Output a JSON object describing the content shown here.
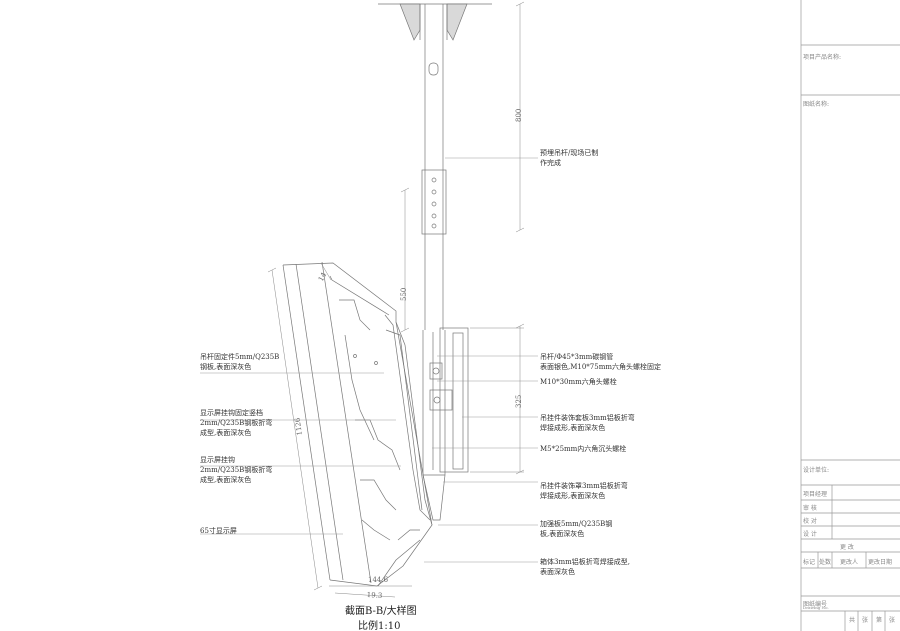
{
  "drawing": {
    "title": "截面B-B/大样图",
    "scale": "比例1:10"
  },
  "dimensions": {
    "d_800": "800",
    "d_550": "550",
    "d_325": "325",
    "d_1126": "1126",
    "d_14": "14",
    "d_1446": "144.6",
    "d_193": "19.3"
  },
  "annotations": {
    "rod_preembed": "预埋吊杆/现场已制\n作完成",
    "boom_pipe": "吊杆/Φ45*3mm碳钢管\n表面银色,M10*75mm六角头螺栓固定",
    "bolt_m10": "M10*30mm六角头螺栓",
    "deco_shell": "吊挂件装饰套板3mm铝板折弯\n焊接成形,表面深灰色",
    "screw_m5": "M5*25mm内六角沉头螺栓",
    "deco_cover": "吊挂件装饰罩3mm铝板折弯\n焊接成形,表面深灰色",
    "stiffener": "加强板5mm/Q235B钢\n板,表面深灰色",
    "cabinet": "箱体3mm铝板折弯焊接成型,\n表面深灰色",
    "fixing_plate": "吊杆固定件5mm/Q235B\n钢板,表面深灰色",
    "display_frame": "显示屏挂钩固定竖档\n2mm/Q235B钢板折弯\n成型,表面深灰色",
    "display_hook": "显示屏挂钩\n2mm/Q235B钢板折弯\n成型,表面深灰色",
    "display_65": "65寸显示屏"
  },
  "title_block": {
    "project_name": "项目产品名称:",
    "drawing_name": "图纸名称:",
    "design_unit": "设计单位:",
    "rows": [
      "项目经理",
      "审  核",
      "校  对",
      "设  计"
    ],
    "revision_head": "更   改",
    "revision_cols": [
      "标记",
      "处数",
      "更改人",
      "更改日期"
    ],
    "drawing_no": "图纸编号",
    "drawing_no_en": "Drawing No.",
    "bottom_cols": [
      "共",
      "张",
      "第",
      "张"
    ]
  }
}
